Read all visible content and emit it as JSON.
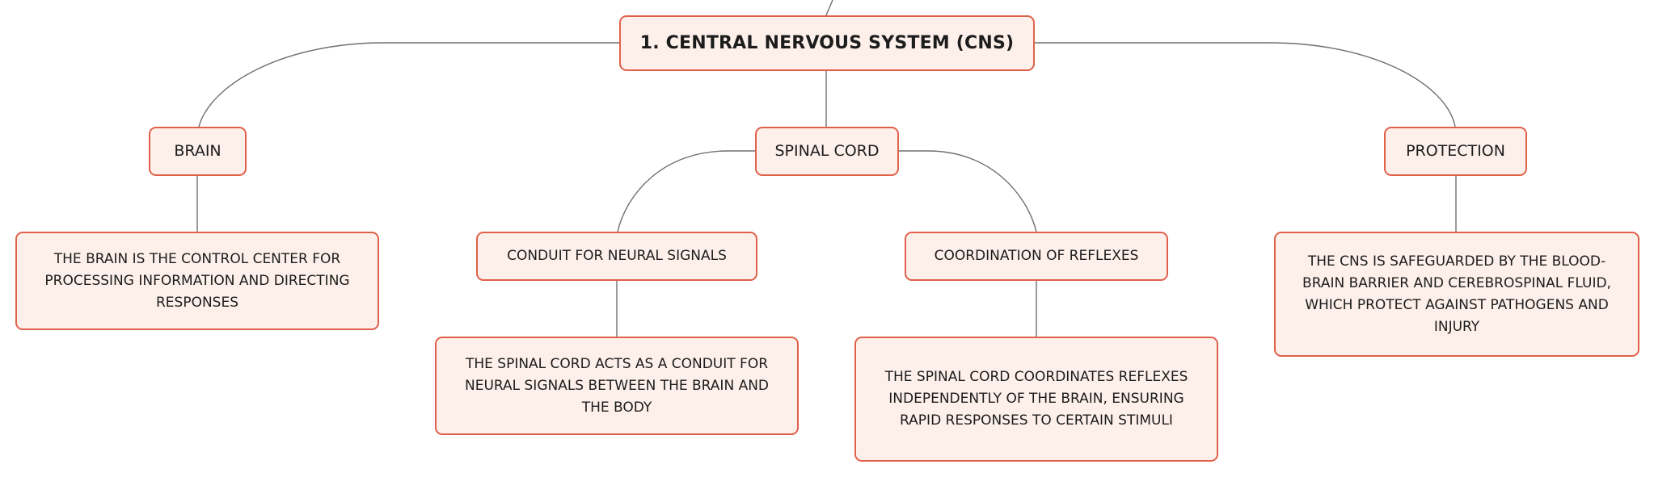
{
  "diagram": {
    "root": {
      "label": "1. Central Nervous System (CNS)"
    },
    "branches": {
      "brain": {
        "label": "Brain",
        "description": "The brain is the control center for processing information and directing responses"
      },
      "spinal_cord": {
        "label": "Spinal Cord",
        "children": {
          "conduit": {
            "label": "Conduit for neural signals",
            "description": "The spinal cord acts as a conduit for neural signals between the brain and the body"
          },
          "reflexes": {
            "label": "Coordination of reflexes",
            "description": "The spinal cord coordinates reflexes independently of the brain, ensuring rapid responses to certain stimuli"
          }
        }
      },
      "protection": {
        "label": "Protection",
        "description": "The CNS is safeguarded by the blood-brain barrier and cerebrospinal fluid, which protect against pathogens and injury"
      }
    },
    "colors": {
      "node_border": "#e0614b",
      "node_fill": "#fdf0eb",
      "connector": "#6f6f6f",
      "text": "#1c1c1c"
    }
  }
}
